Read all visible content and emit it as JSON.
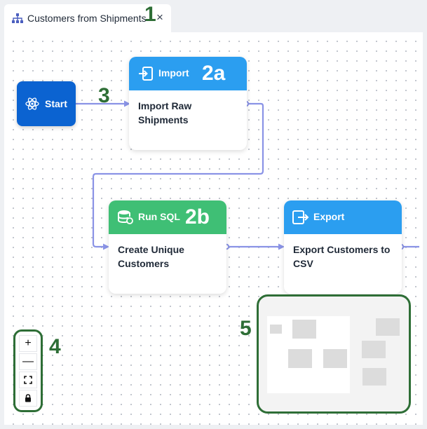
{
  "tab": {
    "title": "Customers from Shipments",
    "close": "×",
    "icon": "workflow-icon"
  },
  "annotations": [
    "1",
    "2a",
    "2b",
    "3",
    "4",
    "5"
  ],
  "start": {
    "label": "Start",
    "icon": "atom-icon"
  },
  "nodes": [
    {
      "type": "Import",
      "label": "Import Raw Shipments",
      "icon": "import-icon",
      "color": "#2b9ef0"
    },
    {
      "type": "Run SQL",
      "label": "Create Unique Customers",
      "icon": "database-sync-icon",
      "color": "#3fbf75"
    },
    {
      "type": "Export",
      "label": "Export Customers to CSV",
      "icon": "export-icon",
      "color": "#2b9ef0"
    }
  ],
  "controls": {
    "zoom_in": "+",
    "zoom_out": "—",
    "fit": "fit-view-icon",
    "lock": "lock-icon"
  },
  "colors": {
    "annotation": "#2e6e36",
    "start": "#0b63d1",
    "edge": "#8a93e6"
  }
}
